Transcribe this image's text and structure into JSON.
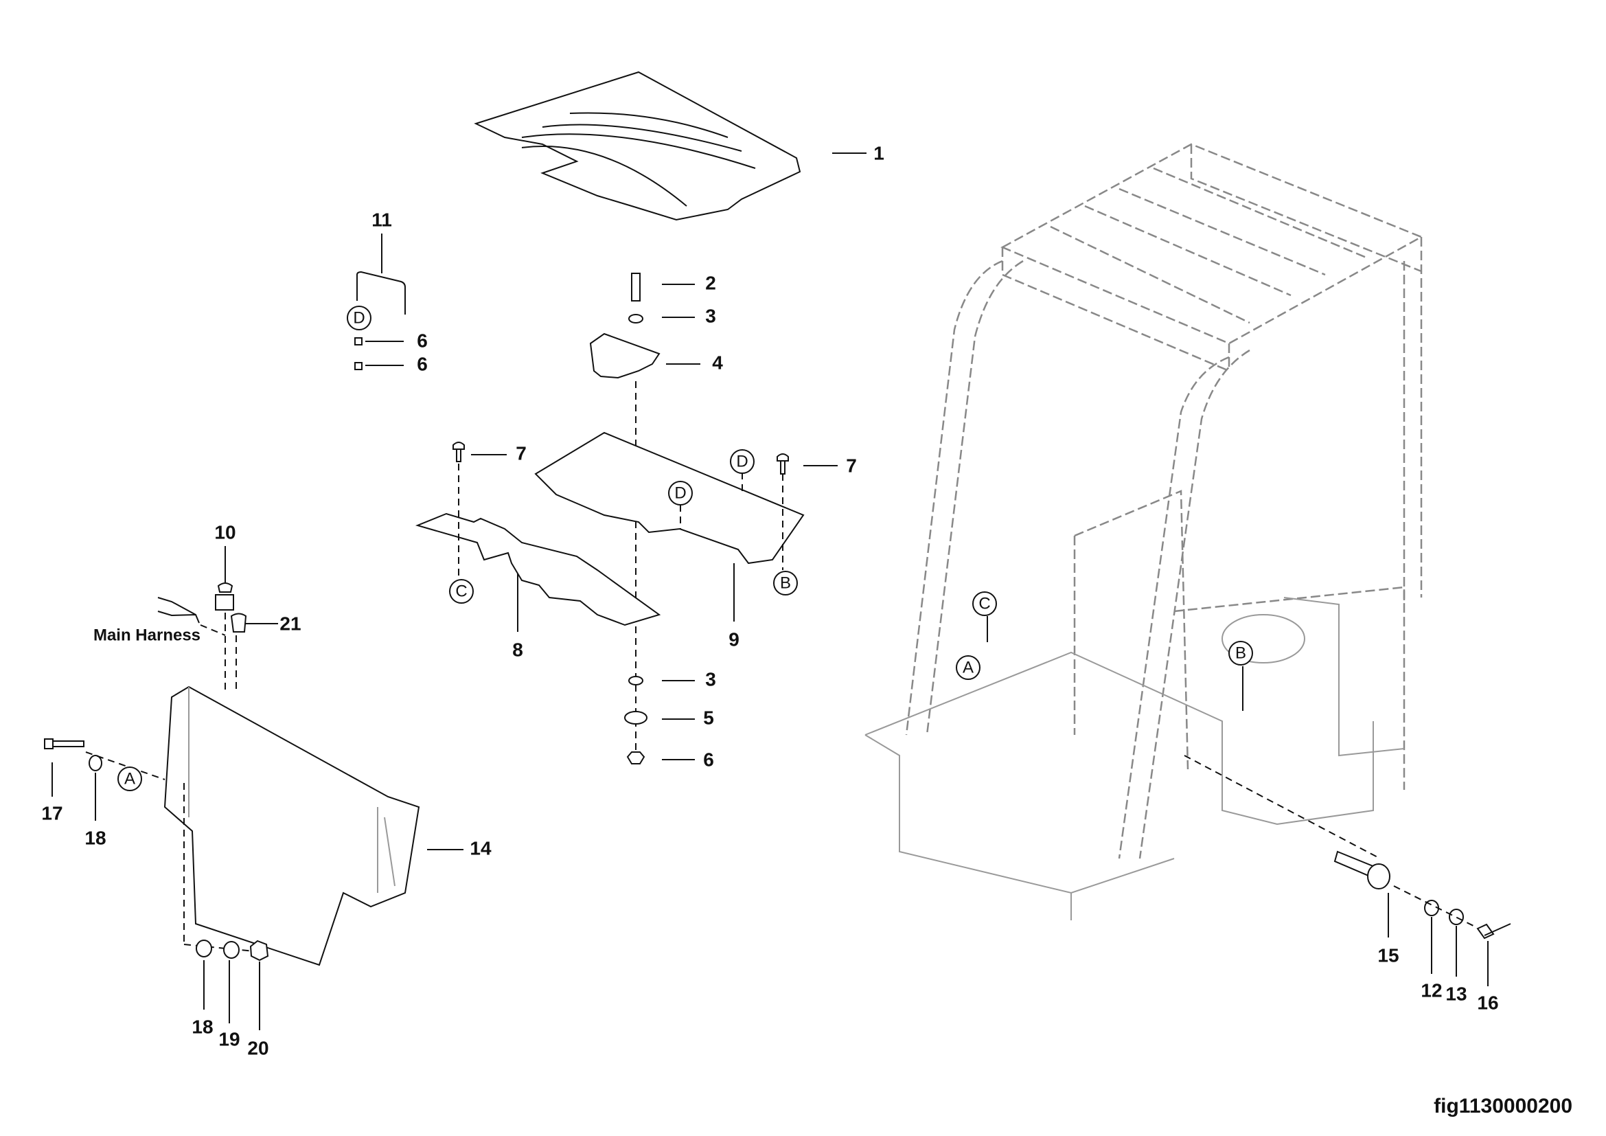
{
  "figure_id": "fig1130000200",
  "harness_label": "Main Harness",
  "callouts": [
    "1",
    "11",
    "2",
    "3",
    "4",
    "6",
    "6",
    "7",
    "7",
    "8",
    "9",
    "10",
    "21",
    "3",
    "5",
    "6",
    "17",
    "18",
    "14",
    "18",
    "19",
    "20",
    "15",
    "12",
    "13",
    "16"
  ],
  "reference_letters": [
    "D",
    "D",
    "D",
    "C",
    "B",
    "A",
    "C",
    "A",
    "B"
  ]
}
